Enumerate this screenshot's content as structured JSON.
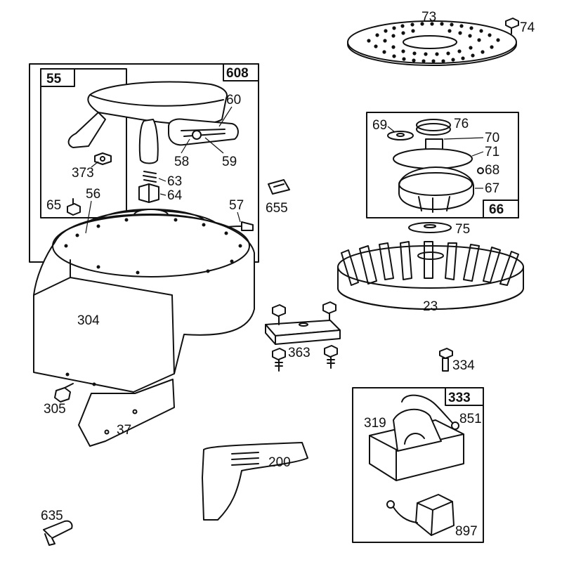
{
  "diagram": {
    "group_boxes": [
      {
        "id": "608",
        "label": "608"
      },
      {
        "id": "55",
        "label": "55"
      },
      {
        "id": "66",
        "label": "66"
      },
      {
        "id": "333",
        "label": "333"
      }
    ],
    "part_labels": {
      "p73": "73",
      "p74": "74",
      "p60": "60",
      "p58": "58",
      "p59": "59",
      "p373": "373",
      "p63": "63",
      "p64": "64",
      "p65": "65",
      "p56": "56",
      "p57": "57",
      "p655": "655",
      "p69": "69",
      "p76": "76",
      "p70": "70",
      "p71": "71",
      "p68": "68",
      "p67": "67",
      "p75": "75",
      "p23": "23",
      "p304": "304",
      "p305": "305",
      "p37": "37",
      "p363": "363",
      "p334": "334",
      "p319": "319",
      "p851": "851",
      "p897": "897",
      "p200": "200",
      "p635": "635"
    }
  }
}
